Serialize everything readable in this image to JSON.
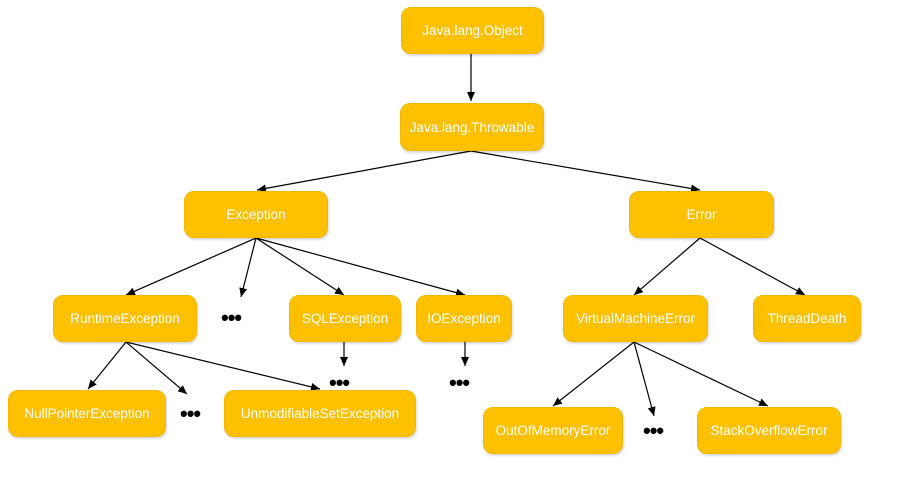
{
  "nodes": {
    "object": "Java.lang.Object",
    "throwable": "Java.lang.Throwable",
    "exception": "Exception",
    "error": "Error",
    "runtime_exception": "RuntimeException",
    "sql_exception": "SQLException",
    "io_exception": "IOException",
    "virtual_machine_error": "VirtualMachineError",
    "thread_death": "ThreadDeath",
    "null_pointer_exception": "NullPointerException",
    "unmodifiable_set_exception": "UnmodifiableSetException",
    "out_of_memory_error": "OutOfMemoryError",
    "stack_overflow_error": "StackOverflowError"
  },
  "ellipsis": "•••",
  "colors": {
    "node_fill": "#FFC000",
    "node_text": "#FFFFFF",
    "arrow": "#000000"
  }
}
